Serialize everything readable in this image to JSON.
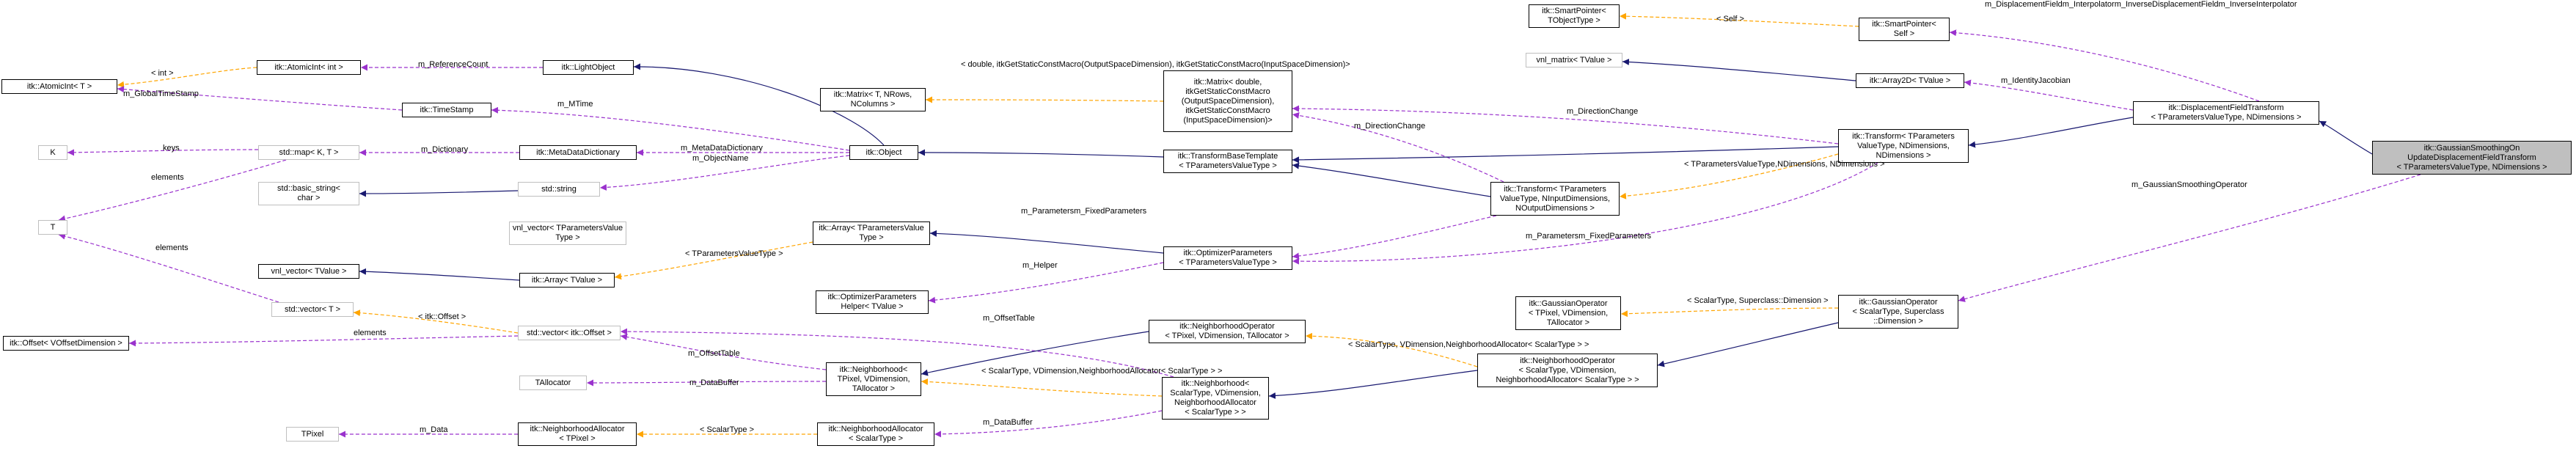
{
  "nodes": {
    "atomicint_t": [
      "itk::AtomicInt< T >"
    ],
    "atomicint_int": [
      "itk::AtomicInt< int >"
    ],
    "lightobject": [
      "itk::LightObject"
    ],
    "timestamp": [
      "itk::TimeStamp"
    ],
    "k": [
      "K"
    ],
    "map": [
      "std::map< K, T >"
    ],
    "metadatadict": [
      "itk::MetaDataDictionary"
    ],
    "object": [
      "itk::Object"
    ],
    "basic_string": [
      "std::basic_string<",
      "char >"
    ],
    "string": [
      "std::string"
    ],
    "t": [
      "T"
    ],
    "vnl_vector_tparams": [
      "vnl_vector< TParametersValue",
      "Type >"
    ],
    "vnl_vector_tvalue": [
      "vnl_vector< TValue >"
    ],
    "array_tvalue": [
      "itk::Array< TValue >"
    ],
    "array_tparams": [
      "itk::Array< TParametersValue",
      "Type >"
    ],
    "vector_t": [
      "std::vector< T >"
    ],
    "offset": [
      "itk::Offset< VOffsetDimension >"
    ],
    "vector_offset": [
      "std::vector< itk::Offset >"
    ],
    "tallocator": [
      "TAllocator"
    ],
    "tpixel": [
      "TPixel"
    ],
    "neighborhoodallocator_tpixel": [
      "itk::NeighborhoodAllocator",
      "< TPixel >"
    ],
    "neighborhood_tpixel": [
      "itk::Neighborhood<",
      "TPixel, VDimension,",
      "TAllocator >"
    ],
    "neighborhoodallocator_scalar": [
      "itk::NeighborhoodAllocator",
      "< ScalarType >"
    ],
    "neighborhood_scalar": [
      "itk::Neighborhood<",
      "ScalarType, VDimension,",
      "NeighborhoodAllocator",
      "< ScalarType > >"
    ],
    "optimizerparams_helper": [
      "itk::OptimizerParameters",
      "Helper< TValue >"
    ],
    "optimizerparams": [
      "itk::OptimizerParameters",
      "< TParametersValueType >"
    ],
    "matrix_generic": [
      "itk::Matrix< T, NRows,",
      "NColumns >"
    ],
    "matrix_double": [
      "itk::Matrix< double,",
      "itkGetStaticConstMacro",
      "(OutputSpaceDimension),",
      "itkGetStaticConstMacro",
      "(InputSpaceDimension)>"
    ],
    "transformbase": [
      "itk::TransformBaseTemplate",
      "< TParametersValueType >"
    ],
    "transform_generic": [
      "itk::Transform< TParameters",
      "ValueType, NInputDimensions,",
      "NOutputDimensions >"
    ],
    "neighborhoodop_tpixel": [
      "itk::NeighborhoodOperator",
      "< TPixel, VDimension, TAllocator >"
    ],
    "smartpointer_tobject": [
      "itk::SmartPointer<",
      "TObjectType >"
    ],
    "smartpointer_self": [
      "itk::SmartPointer<",
      "Self >"
    ],
    "vnl_matrix": [
      "vnl_matrix< TValue >"
    ],
    "array2d": [
      "itk::Array2D< TValue >"
    ],
    "transform_nd": [
      "itk::Transform< TParameters",
      "ValueType, NDimensions,",
      "NDimensions >"
    ],
    "gaussianop_tpixel": [
      "itk::GaussianOperator",
      "< TPixel, VDimension,",
      "TAllocator >"
    ],
    "neighborhoodop_scalar": [
      "itk::NeighborhoodOperator",
      "< ScalarType, VDimension,",
      "NeighborhoodAllocator< ScalarType > >"
    ],
    "displacementfield": [
      "itk::DisplacementFieldTransform",
      "< TParametersValueType, NDimensions >"
    ],
    "gaussianop_scalar": [
      "itk::GaussianOperator",
      "< ScalarType, Superclass",
      "::Dimension >"
    ],
    "focus": [
      "itk::GaussianSmoothingOn",
      "UpdateDisplacementFieldTransform",
      "< TParametersValueType, NDimensions >"
    ]
  },
  "edge_labels": {
    "int": [
      "< int >"
    ],
    "m_referencecount": [
      "m_ReferenceCount"
    ],
    "m_globaltimestamp": [
      "m_GlobalTimeStamp"
    ],
    "m_mtime": [
      "m_MTime"
    ],
    "keys": [
      "keys"
    ],
    "elements_map": [
      "elements"
    ],
    "m_dictionary": [
      "m_Dictionary"
    ],
    "m_metadatadictionary": [
      "m_MetaDataDictionary"
    ],
    "m_objectname": [
      "m_ObjectName"
    ],
    "elements_vector": [
      "elements"
    ],
    "tparamsvaluetype_array": [
      "< TParametersValueType >"
    ],
    "itk_offset": [
      "< itk::Offset >"
    ],
    "elements_offset": [
      "elements"
    ],
    "m_offsettable_1": [
      "m_OffsetTable"
    ],
    "m_offsettable_2": [
      "m_OffsetTable"
    ],
    "m_databuffer_1": [
      "m_DataBuffer"
    ],
    "m_databuffer_2": [
      "m_DataBuffer"
    ],
    "m_data": [
      "m_Data"
    ],
    "scalartype": [
      "< ScalarType >"
    ],
    "m_helper": [
      "m_Helper"
    ],
    "matrix_tmpl": [
      "< double, itkGetStaticConst",
      "Macro(OutputSpaceDimension)",
      ", itkGetStaticConstMacro(InputSpace",
      "Dimension)>"
    ],
    "m_directionchange_1": [
      "m_DirectionChange"
    ],
    "m_parameters_1": [
      "m_Parameters",
      "m_FixedParameters"
    ],
    "neighborhood_tmpl_1": [
      "< ScalarType, VDimension,",
      "NeighborhoodAllocator",
      "< ScalarType > >"
    ],
    "neighborhood_tmpl_2": [
      "< ScalarType, VDimension,",
      "NeighborhoodAllocator",
      "< ScalarType > >"
    ],
    "self": [
      "< Self >"
    ],
    "transform_tmpl": [
      "< TParametersValueType,",
      "NDimensions, NDimensions >"
    ],
    "m_directionchange_2": [
      "m_DirectionChange"
    ],
    "m_parameters_2": [
      "m_Parameters",
      "m_FixedParameters"
    ],
    "m_identityjacobian": [
      "m_IdentityJacobian"
    ],
    "m_displacementfield": [
      "m_DisplacementField",
      "m_Interpolator",
      "m_InverseDisplacementField",
      "m_InverseInterpolator"
    ],
    "gaussian_tmpl": [
      "< ScalarType, Superclass",
      "::Dimension >"
    ],
    "m_gaussiansmoothingoperator": [
      "m_GaussianSmoothingOperator"
    ]
  },
  "colors": {
    "inheritance": "#191970",
    "usage": "#9a32cd",
    "template": "#ffa500",
    "focus_fill": "#bfbfbf",
    "gray_border": "#bfbfbf"
  }
}
